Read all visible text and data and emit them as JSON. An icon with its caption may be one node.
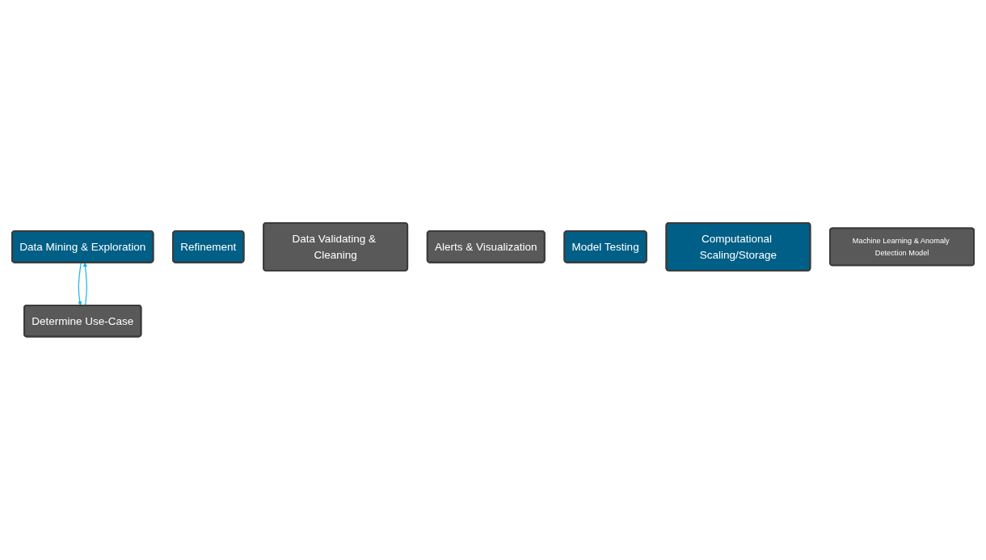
{
  "diagram": {
    "nodes": [
      {
        "text": [
          "Data Mining & Exploration"
        ]
      },
      {
        "text": [
          "Refinement"
        ]
      },
      {
        "text": [
          "Data Validating & Cleaning"
        ]
      },
      {
        "text": [
          "Alerts & Visualization"
        ]
      },
      {
        "text": [
          "Determine Use-Case"
        ]
      },
      {
        "text": [
          "Model Testing"
        ]
      },
      {
        "text": [
          "Computational Scaling/Storage"
        ]
      },
      {
        "text": [
          "Machine Learning & Anomaly Detection Model"
        ]
      }
    ],
    "edges": [
      {
        "from": 0,
        "to": 4,
        "arrow": "to"
      },
      {
        "from": 4,
        "to": 0,
        "arrow": "to"
      }
    ]
  }
}
